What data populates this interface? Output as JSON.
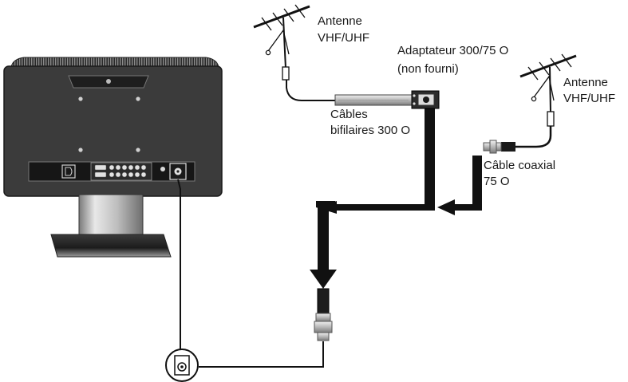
{
  "labels": {
    "antenna_top_line1": "Antenne",
    "antenna_top_line2": "VHF/UHF",
    "adapter_line1": "Adaptateur 300/75 O",
    "adapter_line2": "(non fourni)",
    "antenna_right_line1": "Antenne",
    "antenna_right_line2": "VHF/UHF",
    "twinlead_line1": "Câbles",
    "twinlead_line2": "bifilaires 300 O",
    "coax_line1": "Câble coaxial",
    "coax_line2": "75 O"
  },
  "colors": {
    "tv_body": "#3a3a3a",
    "tv_dark": "#1e1e1e",
    "arrow": "#111111",
    "cable": "#111111",
    "stand_silver": "#c9c9c9"
  },
  "icons": {
    "rf_jack": "coax-jack-icon",
    "antenna": "antenna-icon"
  }
}
